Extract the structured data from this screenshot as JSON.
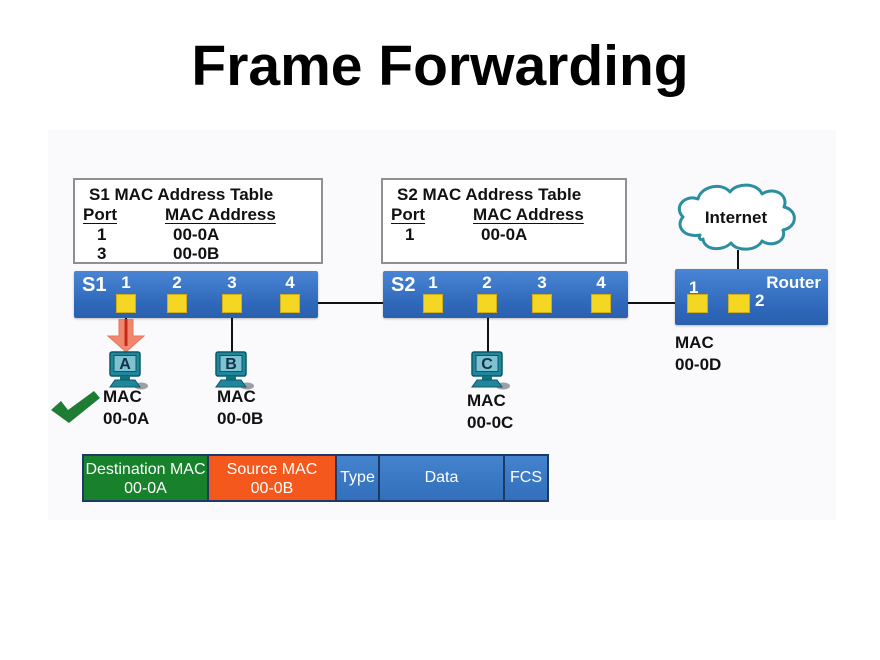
{
  "title": "Frame Forwarding",
  "tables": {
    "s1": {
      "title": "S1 MAC Address Table",
      "col_port": "Port",
      "col_mac": "MAC Address",
      "rows": [
        {
          "port": "1",
          "mac": "00-0A"
        },
        {
          "port": "3",
          "mac": "00-0B"
        }
      ]
    },
    "s2": {
      "title": "S2 MAC Address Table",
      "col_port": "Port",
      "col_mac": "MAC Address",
      "rows": [
        {
          "port": "1",
          "mac": "00-0A"
        }
      ]
    }
  },
  "switches": {
    "s1": {
      "label": "S1",
      "ports": [
        "1",
        "2",
        "3",
        "4"
      ]
    },
    "s2": {
      "label": "S2",
      "ports": [
        "1",
        "2",
        "3",
        "4"
      ]
    }
  },
  "router": {
    "label": "Router",
    "port1": "1",
    "port2": "2",
    "mac_label": "MAC",
    "mac": "00-0D"
  },
  "internet": {
    "label": "Internet"
  },
  "hosts": [
    {
      "letter": "A",
      "mac_label": "MAC",
      "mac": "00-0A"
    },
    {
      "letter": "B",
      "mac_label": "MAC",
      "mac": "00-0B"
    },
    {
      "letter": "C",
      "mac_label": "MAC",
      "mac": "00-0C"
    }
  ],
  "frame": {
    "fields": [
      {
        "label": "Destination MAC",
        "value": "00-0A"
      },
      {
        "label": "Source MAC",
        "value": "00-0B"
      },
      {
        "label": "Type",
        "value": ""
      },
      {
        "label": "Data",
        "value": ""
      },
      {
        "label": "FCS",
        "value": ""
      }
    ]
  },
  "colors": {
    "switch_blue": "#2f68ba",
    "port_yellow": "#f3d723",
    "frame_green": "#17812c",
    "frame_orange": "#f4581c",
    "frame_blue": "#3c7cc8",
    "frame_border": "#1b3a66",
    "cloud_teal": "#2b8fa2",
    "check_green": "#1f7d33",
    "arrow_salmon": "#f0876e"
  }
}
